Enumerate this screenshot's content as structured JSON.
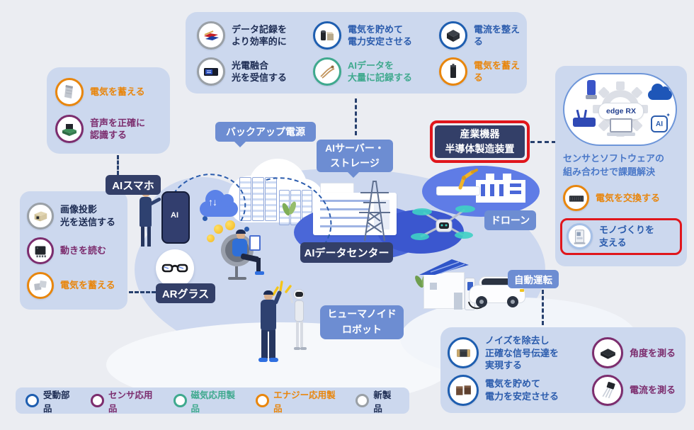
{
  "colors": {
    "background": "#ebedf2",
    "panel": "#ccd8ee",
    "badge_navy": "#333f68",
    "badge_blue": "#6d8dd2",
    "text_navy": "#1c2b52",
    "passive_blue": "#1e5eb0",
    "text_blue": "#2b5cad",
    "sensor_purple": "#7c2d6e",
    "magnetic_teal": "#3fa98e",
    "energy_orange": "#e8860d",
    "new_gray_ring": "#9aa0a6",
    "highlight_red": "#e0161c",
    "caption_blue": "#4a78c8",
    "connector_navy": "#27406e"
  },
  "top_panel": {
    "items": [
      {
        "label": "データ記録を\nより効率的に",
        "category": "new",
        "icon": "hdd-actuator-icon"
      },
      {
        "label": "電気を貯めて\n電力安定させる",
        "category": "passive",
        "icon": "capacitor-icon"
      },
      {
        "label": "電流を整える",
        "category": "passive",
        "icon": "power-inductor-icon"
      },
      {
        "label": "光電融合\n光を受信する",
        "category": "new",
        "icon": "optical-device-icon"
      },
      {
        "label": "AIデータを\n大量に記録する",
        "category": "magnetic",
        "icon": "recording-head-icon"
      },
      {
        "label": "電気を蓄える",
        "category": "energy",
        "icon": "battery-cell-icon"
      }
    ]
  },
  "top_left_panel": {
    "items": [
      {
        "label": "電気を蓄える",
        "category": "energy",
        "icon": "battery-sheet-icon"
      },
      {
        "label": "音声を正確に\n認識する",
        "category": "sensor",
        "icon": "mems-microphone-icon"
      }
    ]
  },
  "left_panel": {
    "items": [
      {
        "label": "画像投影\n光を送信する",
        "category": "new",
        "icon": "light-engine-icon"
      },
      {
        "label": "動きを読む",
        "category": "sensor",
        "icon": "motion-sensor-icon"
      },
      {
        "label": "電気を蓄える",
        "category": "energy",
        "icon": "solid-state-battery-icon"
      }
    ]
  },
  "right_panel": {
    "hub_logo": "edge RX",
    "hub_ai": "AI",
    "caption": "センサとソフトウェアの\n組み合わせで課題解決",
    "items": [
      {
        "label": "電気を交換する",
        "category": "energy",
        "icon": "power-supply-icon",
        "highlighted": false
      },
      {
        "label": "モノづくりを\n支える",
        "category": "equip",
        "icon": "manufacturing-machine-icon",
        "highlighted": true
      }
    ]
  },
  "bottom_right_panel": {
    "items": [
      {
        "label": "ノイズを除去し\n正確な信号伝達を\n実現する",
        "category": "passive",
        "icon": "noise-filter-icon"
      },
      {
        "label": "角度を測る",
        "category": "sensor",
        "icon": "angle-sensor-icon"
      },
      {
        "label": "電気を貯めて\n電力を安定させる",
        "category": "passive",
        "icon": "capacitor-pair-icon"
      },
      {
        "label": "電流を測る",
        "category": "sensor",
        "icon": "current-sensor-icon"
      }
    ]
  },
  "badges": {
    "ai_smartphone": "AIスマホ",
    "backup_power": "バックアップ電源",
    "ai_server_storage": "AIサーバー・\nストレージ",
    "industrial_equipment": "産業機器\n半導体製造装置",
    "drone": "ドローン",
    "ai_data_center": "AIデータセンター",
    "ar_glasses": "ARグラス",
    "humanoid_robot": "ヒューマノイド\nロボット",
    "autonomous_driving": "自動運転"
  },
  "legend": {
    "items": [
      {
        "label": "受動部品",
        "category": "passive"
      },
      {
        "label": "センサ応用品",
        "category": "sensor"
      },
      {
        "label": "磁気応用製品",
        "category": "magnetic"
      },
      {
        "label": "エナジー応用製品",
        "category": "energy"
      },
      {
        "label": "新製品",
        "category": "new"
      }
    ]
  },
  "icons": {
    "cloud_arrows": "↑↓",
    "phone_label": "AI"
  }
}
